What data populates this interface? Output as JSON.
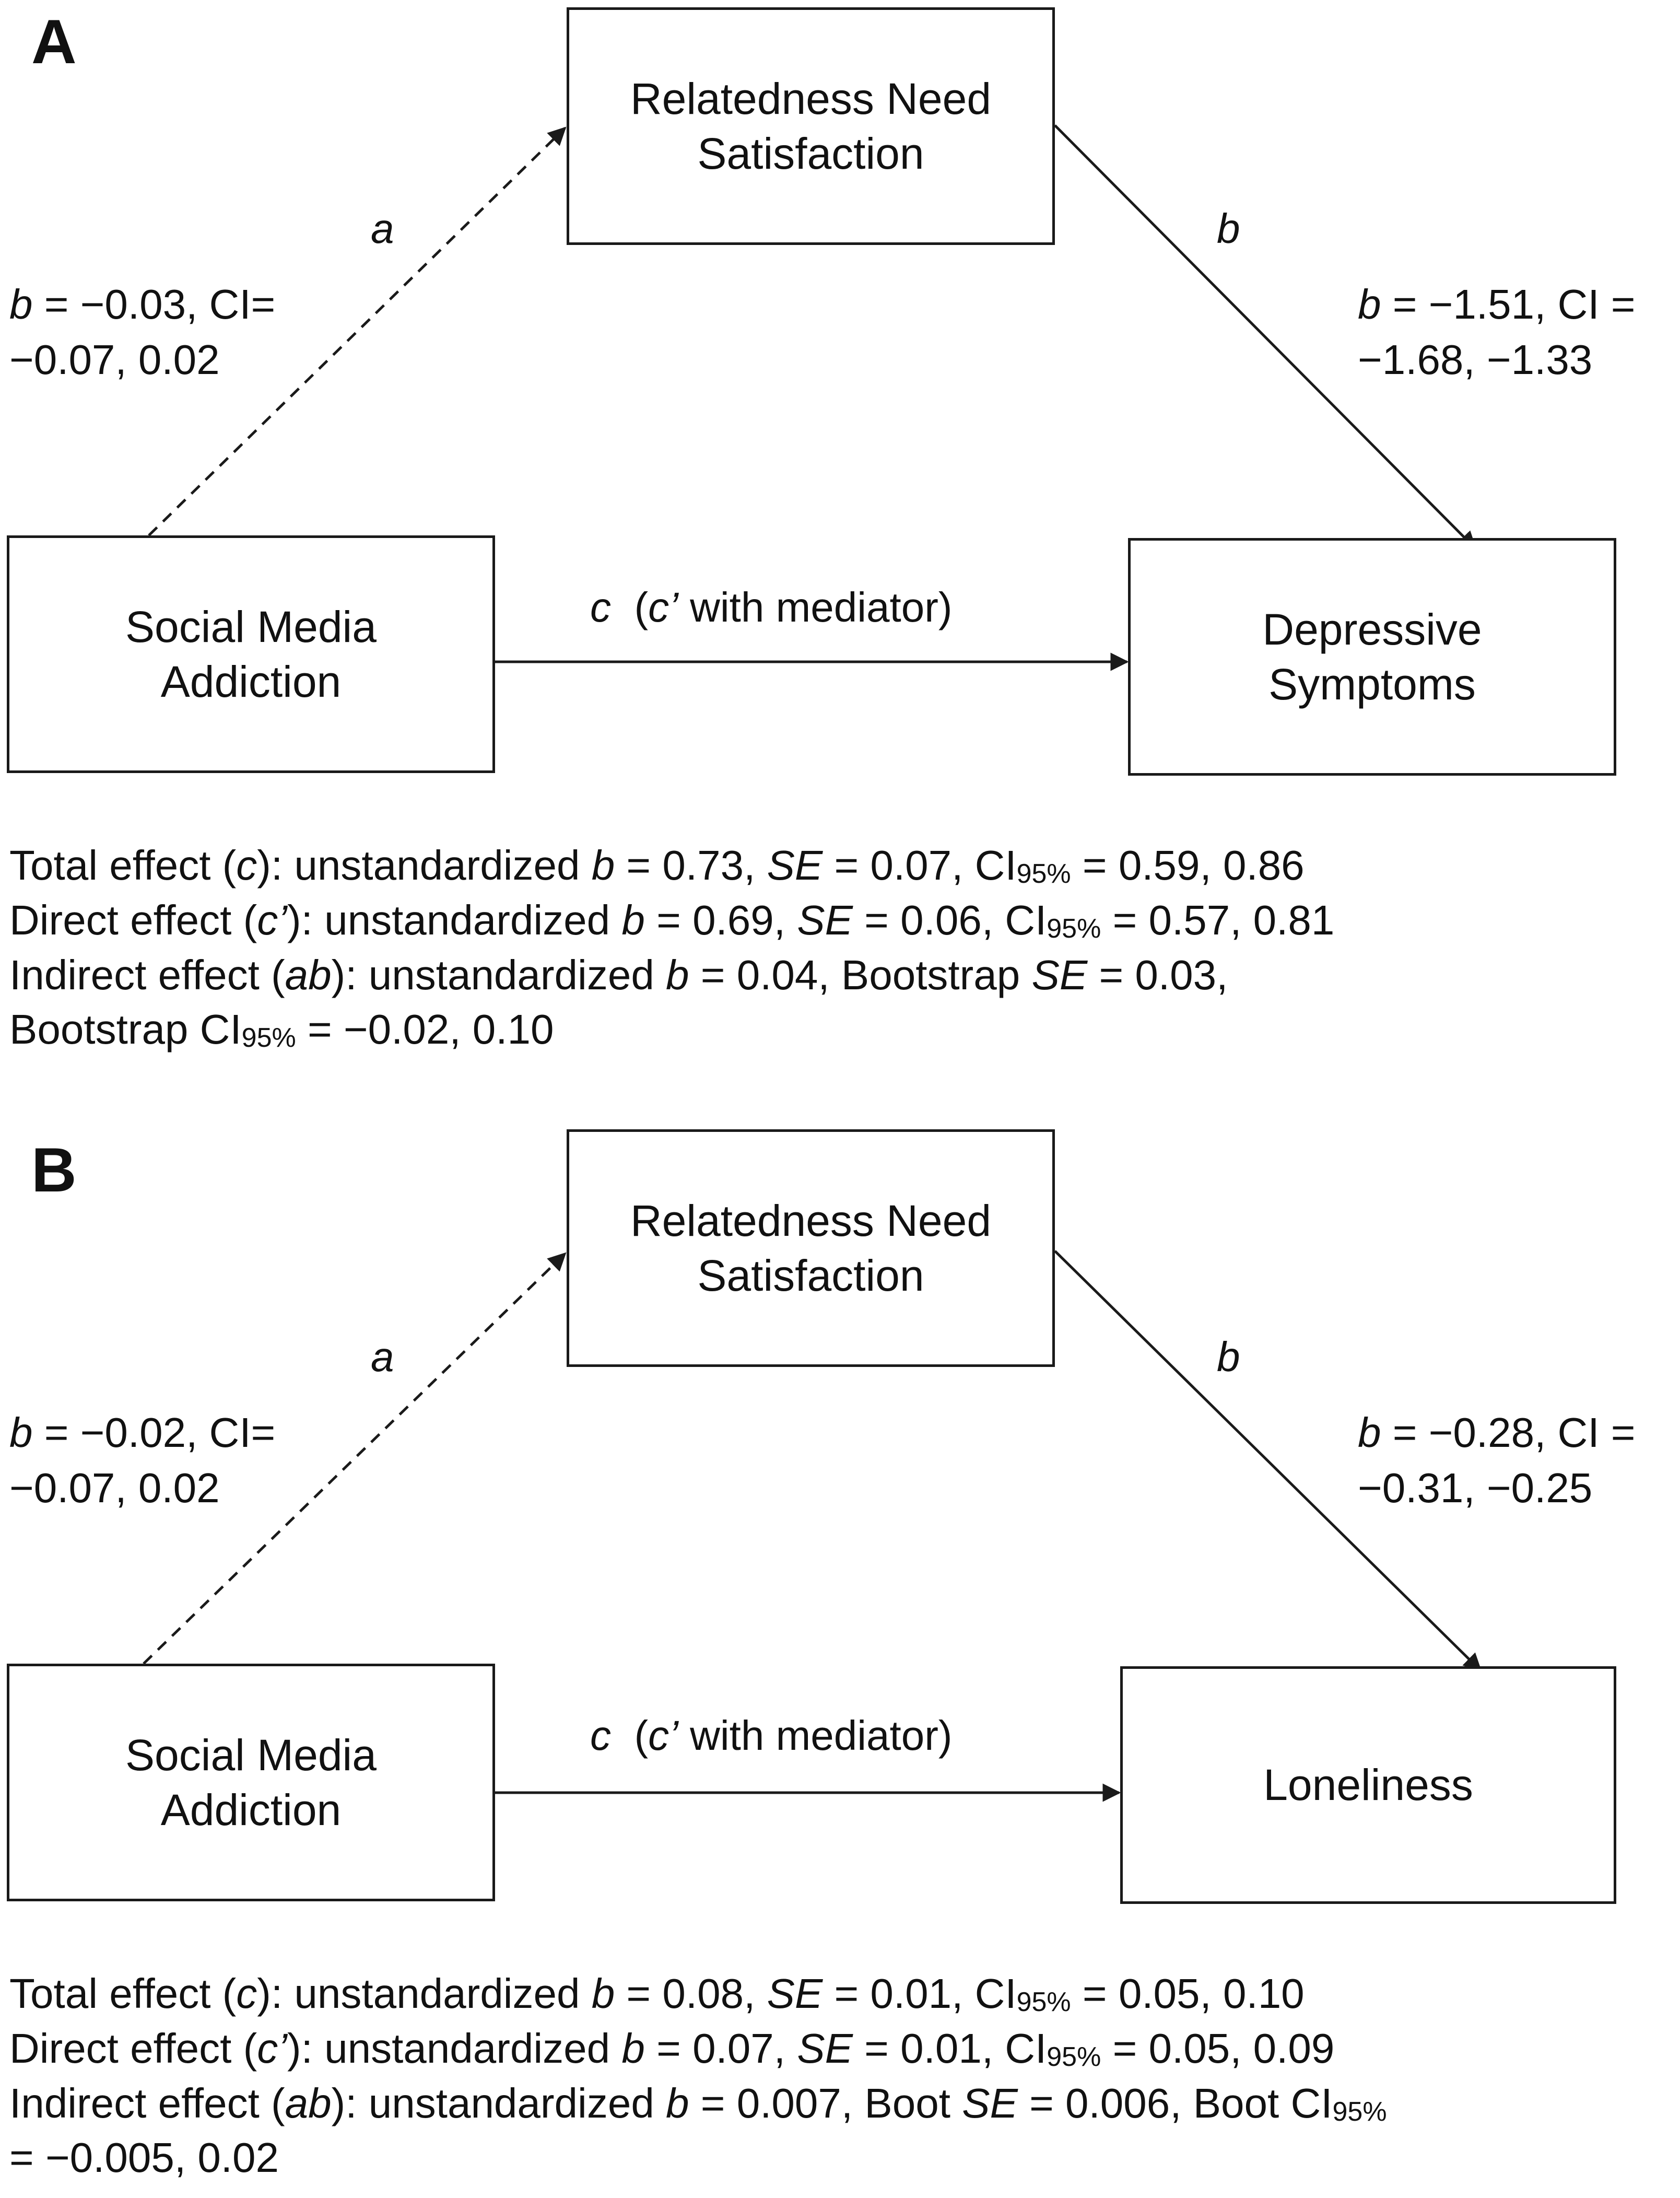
{
  "panels": [
    {
      "letter": "A",
      "mediator": "Relatedness Need Satisfaction",
      "predictor": "Social Media Addiction",
      "outcome": "Depressive Symptoms",
      "path_a": {
        "label": "a",
        "b_prefix": "b",
        "coef_line1": " = −0.03, CI=",
        "coef_line2": "−0.07, 0.02"
      },
      "path_b": {
        "label": "b",
        "b_prefix": "b",
        "coef_line1": " = −1.51, CI =",
        "coef_line2": "−1.68, −1.33"
      },
      "path_c": {
        "label": "c",
        "paren_open": "(",
        "c_prime": "c’",
        "rest": " with mediator)"
      },
      "total": {
        "l1": "Total effect (",
        "c": "c",
        "l2": "): unstandardized ",
        "b": "b",
        "l3": " = 0.73, ",
        "se": "SE",
        "l4": " = 0.07, CI",
        "sub": "95%",
        "l5": " = 0.59, 0.86"
      },
      "direct": {
        "l1": "Direct effect (",
        "c": "c’",
        "l2": "): unstandardized ",
        "b": "b",
        "l3": " = 0.69, ",
        "se": "SE",
        "l4": " = 0.06, CI",
        "sub": "95%",
        "l5": " = 0.57, 0.81"
      },
      "indirect": {
        "l1": "Indirect effect (",
        "ab": "ab",
        "l2": "): unstandardized ",
        "b": "b",
        "l3": " = 0.04, Bootstrap ",
        "se": "SE",
        "l4": " = 0.03,",
        "l5": "Bootstrap CI",
        "sub": "95%",
        "l6": " = −0.02, 0.10"
      }
    },
    {
      "letter": "B",
      "mediator": "Relatedness Need Satisfaction",
      "predictor": "Social Media Addiction",
      "outcome": "Loneliness",
      "path_a": {
        "label": "a",
        "b_prefix": "b",
        "coef_line1": " = −0.02, CI=",
        "coef_line2": "−0.07, 0.02"
      },
      "path_b": {
        "label": "b",
        "b_prefix": "b",
        "coef_line1": " = −0.28, CI =",
        "coef_line2": "−0.31, −0.25"
      },
      "path_c": {
        "label": "c",
        "paren_open": "(",
        "c_prime": "c’",
        "rest": " with mediator)"
      },
      "total": {
        "l1": "Total effect (",
        "c": "c",
        "l2": "): unstandardized ",
        "b": "b",
        "l3": " = 0.08, ",
        "se": "SE",
        "l4": " = 0.01, CI",
        "sub": "95%",
        "l5": " = 0.05, 0.10"
      },
      "direct": {
        "l1": "Direct effect (",
        "c": "c’",
        "l2": "): unstandardized ",
        "b": "b",
        "l3": " = 0.07, ",
        "se": "SE",
        "l4": " = 0.01, CI",
        "sub": "95%",
        "l5": " = 0.05, 0.09"
      },
      "indirect": {
        "l1": "Indirect effect (",
        "ab": "ab",
        "l2": "): unstandardized ",
        "b": "b",
        "l3": " = 0.007, Boot ",
        "se": "SE",
        "l4": " = 0.006, Boot CI",
        "sub": "95%",
        "l5": "= −0.005, 0.02"
      }
    }
  ],
  "colors": {
    "line": "#1a1a1a",
    "background": "#ffffff"
  }
}
